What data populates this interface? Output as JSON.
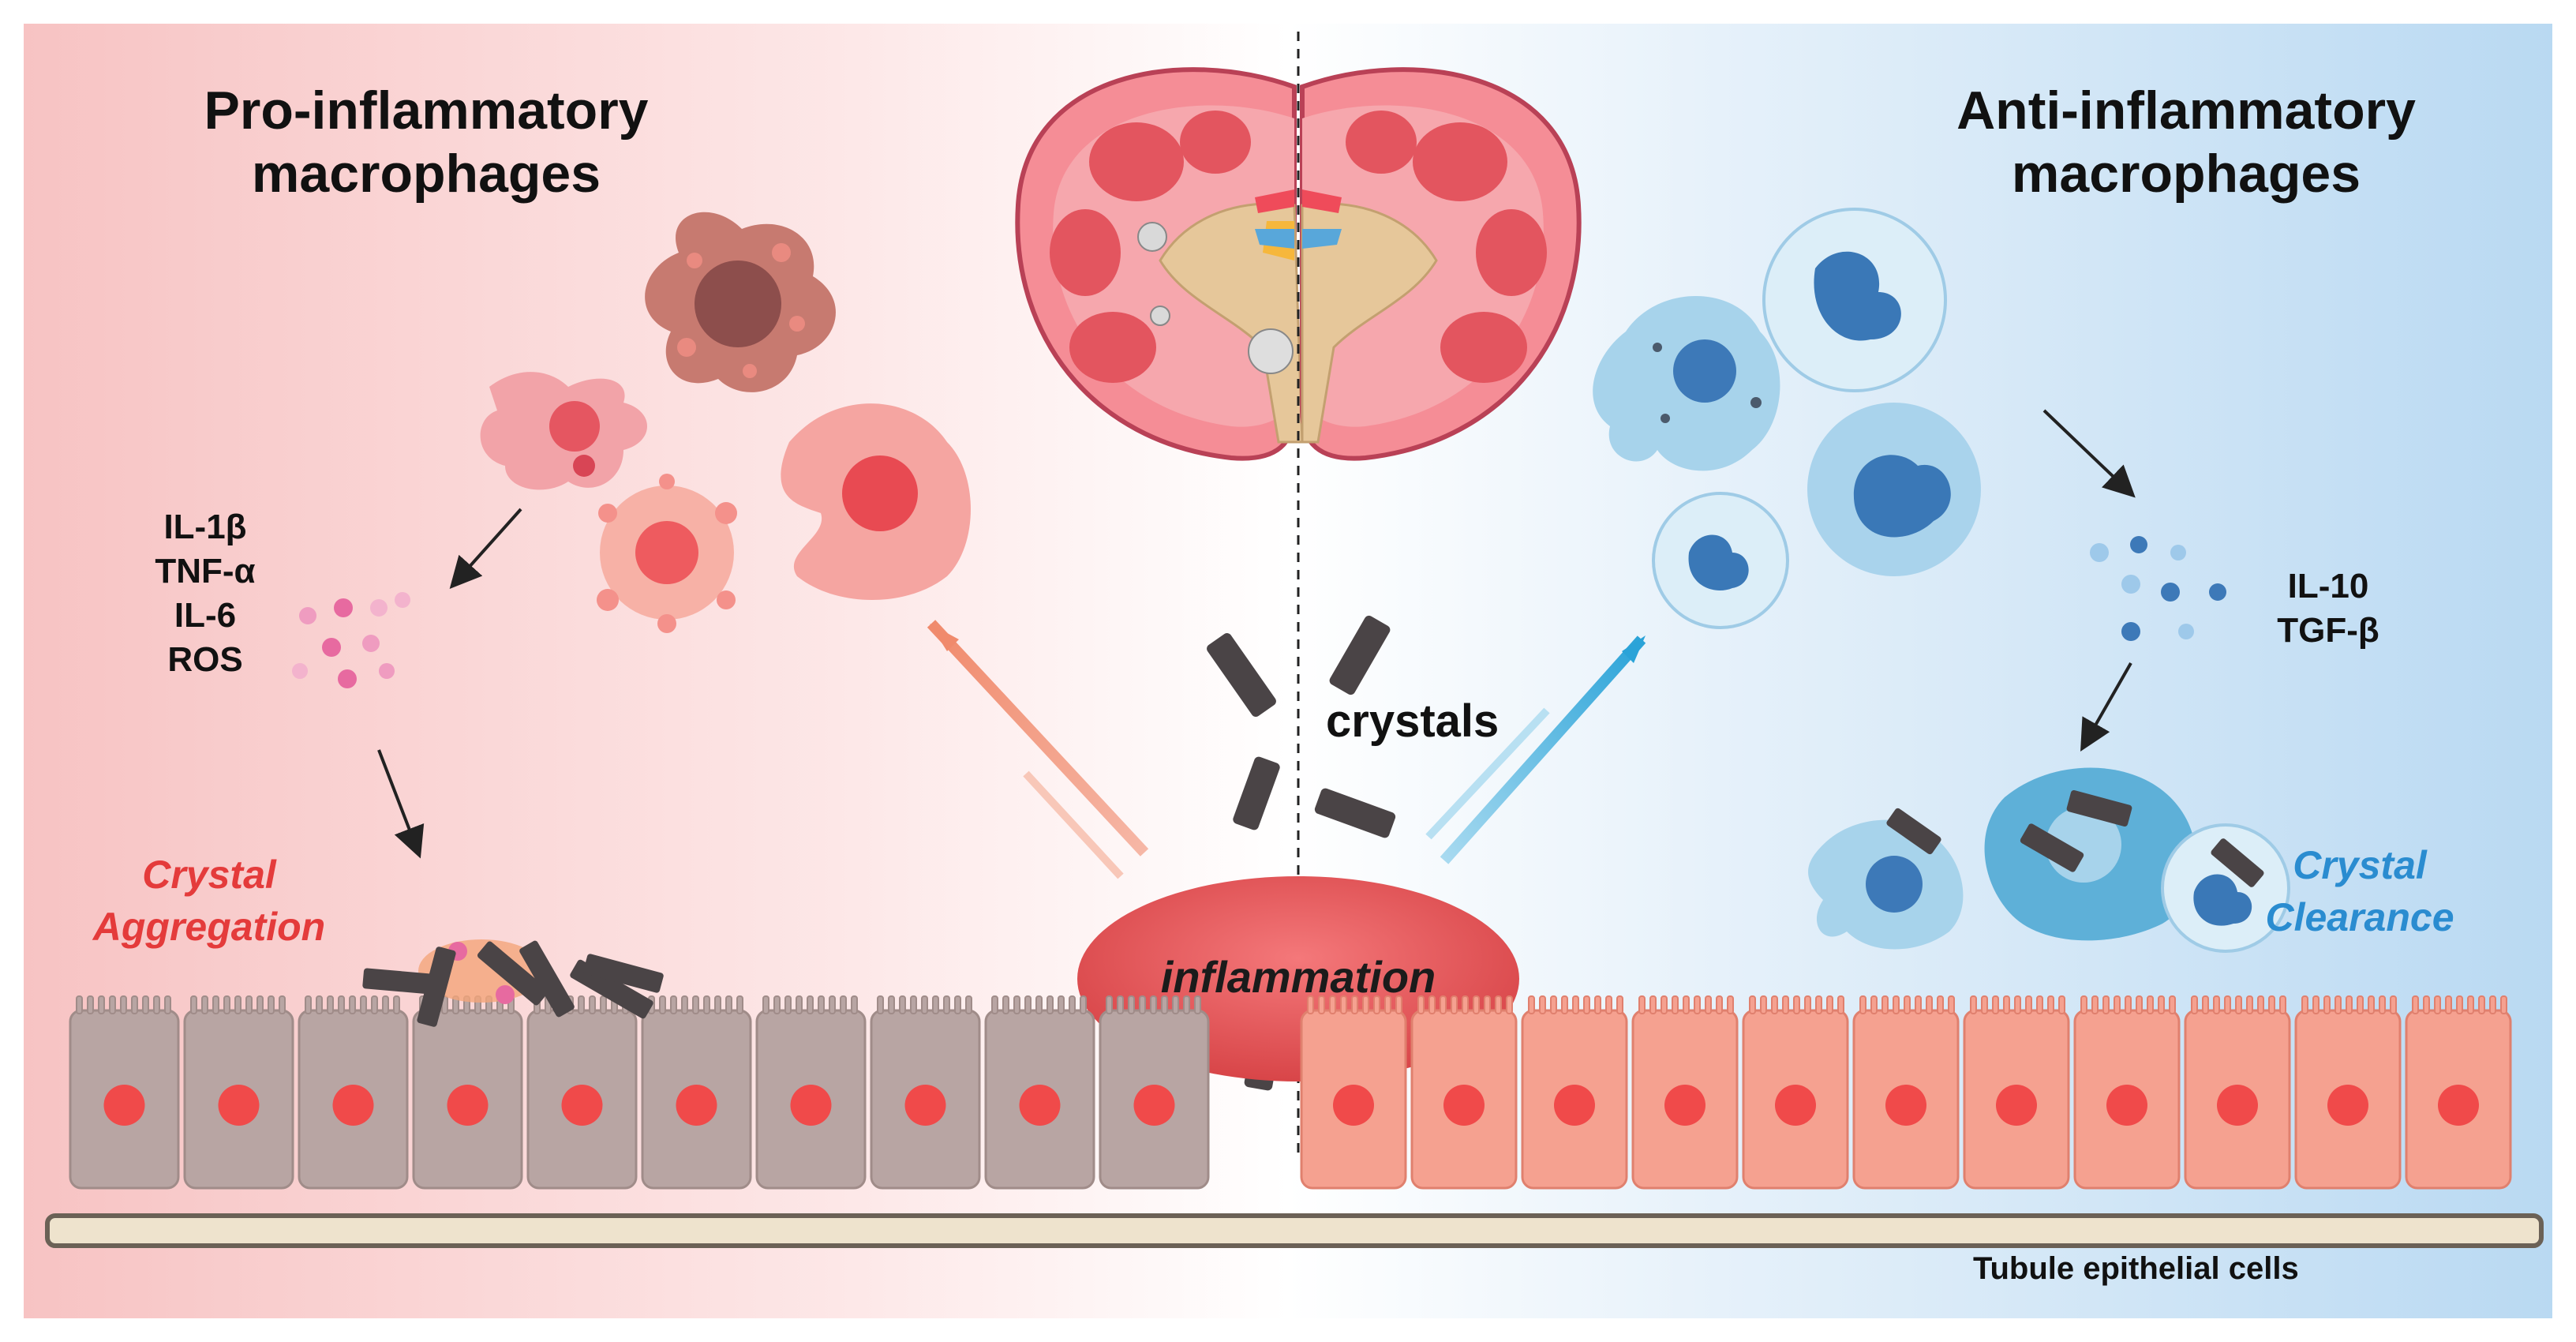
{
  "left": {
    "title": [
      "Pro-inflammatory",
      "macrophages"
    ],
    "cytokines": [
      "IL-1β",
      "TNF-α",
      "IL-6",
      "ROS"
    ],
    "outcome": [
      "Crystal",
      "Aggregation"
    ]
  },
  "right": {
    "title": [
      "Anti-inflammatory",
      "macrophages"
    ],
    "cytokines": [
      "IL-10",
      "TGF-β"
    ],
    "outcome": [
      "Crystal",
      "Clearance"
    ]
  },
  "center": {
    "crystals_label": "crystals",
    "inflammation_label": "inflammation"
  },
  "bottom": {
    "caption": "Tubule epithelial cells"
  },
  "colors": {
    "pro_bg": "#f9c9c9",
    "anti_bg": "#bfdcf3",
    "pro_arrow": "#e8684f",
    "anti_arrow": "#2aa3d8",
    "aggregation_text": "#e43b3b",
    "clearance_text": "#2a8cd0",
    "inflammation_fill": "#e9575a",
    "crystal_fill": "#4a4446",
    "epithelium_pro": "#b8a5a3",
    "epithelium_anti": "#f5a190"
  },
  "icons": [
    "kidney-icon",
    "macrophage-icon",
    "neutrophil-icon",
    "crystal-icon",
    "cytokine-dots-icon",
    "epithelial-cell-icon"
  ]
}
